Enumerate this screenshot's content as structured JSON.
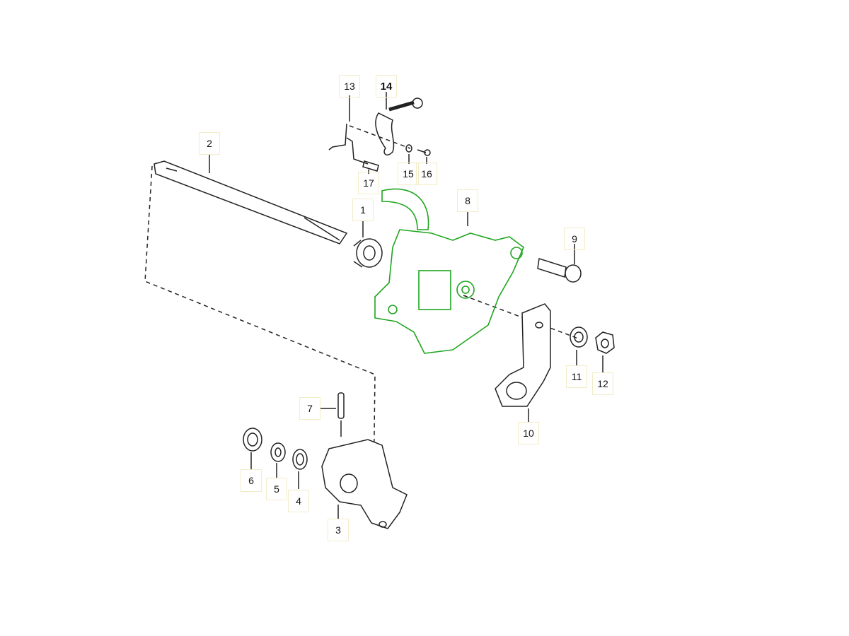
{
  "diagram": {
    "highlight_color": "#1fa51f",
    "line_color": "#222222",
    "label_border_color": "#f3ecc9",
    "parts": [
      {
        "id": "1",
        "label": "1"
      },
      {
        "id": "2",
        "label": "2"
      },
      {
        "id": "3",
        "label": "3"
      },
      {
        "id": "4",
        "label": "4"
      },
      {
        "id": "5",
        "label": "5"
      },
      {
        "id": "6",
        "label": "6"
      },
      {
        "id": "7",
        "label": "7"
      },
      {
        "id": "8",
        "label": "8",
        "highlighted": true
      },
      {
        "id": "9",
        "label": "9"
      },
      {
        "id": "10",
        "label": "10"
      },
      {
        "id": "11",
        "label": "11"
      },
      {
        "id": "12",
        "label": "12"
      },
      {
        "id": "13",
        "label": "13"
      },
      {
        "id": "14",
        "label": "14",
        "selected": true
      },
      {
        "id": "15",
        "label": "15"
      },
      {
        "id": "16",
        "label": "16"
      },
      {
        "id": "17",
        "label": "17"
      }
    ]
  }
}
